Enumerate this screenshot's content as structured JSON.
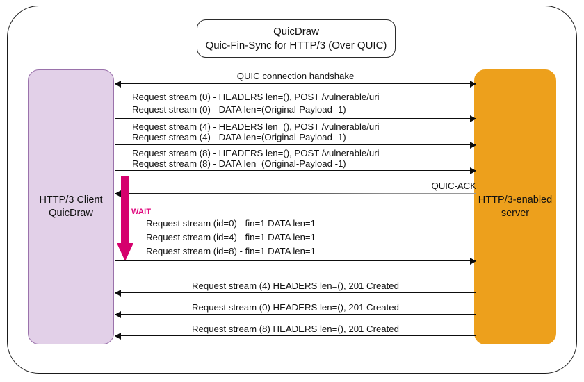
{
  "diagram": {
    "title": {
      "line1": "QuicDraw",
      "line2": "Quic-Fin-Sync for HTTP/3 (Over QUIC)"
    },
    "actors": {
      "client": {
        "line1": "HTTP/3 Client",
        "line2": "QuicDraw",
        "color": "#e2d0e8"
      },
      "server": {
        "line1": "HTTP/3-enabled",
        "line2": "server",
        "color": "#eda01c"
      }
    },
    "wait": {
      "label": "WAIT",
      "color": "#e0097e"
    },
    "messages": [
      {
        "id": "handshake",
        "direction": "both",
        "align": "center",
        "lines": [
          "QUIC connection handshake"
        ]
      },
      {
        "id": "stream-0-request",
        "direction": "right",
        "align": "left",
        "lines": [
          "Request stream (0) - HEADERS len=(), POST /vulnerable/uri",
          "Request stream (0) - DATA len=(Original-Payload -1)"
        ]
      },
      {
        "id": "stream-4-request",
        "direction": "right",
        "align": "left",
        "lines": [
          "Request stream (4) - HEADERS len=(), POST /vulnerable/uri",
          "Request stream (4) - DATA len=(Original-Payload -1)"
        ]
      },
      {
        "id": "stream-8-request",
        "direction": "right",
        "align": "left",
        "lines": [
          "Request stream (8) - HEADERS len=(), POST /vulnerable/uri",
          "Request stream (8) - DATA len=(Original-Payload -1)"
        ]
      },
      {
        "id": "quic-ack",
        "direction": "left",
        "align": "right",
        "lines": [
          "QUIC-ACK"
        ]
      },
      {
        "id": "fin-burst",
        "direction": "right",
        "align": "left",
        "lines": [
          "Request stream (id=0) - fin=1 DATA len=1",
          "Request stream (id=4) - fin=1 DATA len=1",
          "Request stream (id=8) - fin=1 DATA len=1"
        ]
      },
      {
        "id": "response-stream-4",
        "direction": "left",
        "align": "center",
        "lines": [
          "Request stream (4) HEADERS len=(), 201 Created"
        ]
      },
      {
        "id": "response-stream-0",
        "direction": "left",
        "align": "center",
        "lines": [
          "Request stream (0) HEADERS len=(), 201 Created"
        ]
      },
      {
        "id": "response-stream-8",
        "direction": "left",
        "align": "center",
        "lines": [
          "Request stream (8) HEADERS len=(), 201 Created"
        ]
      }
    ]
  }
}
